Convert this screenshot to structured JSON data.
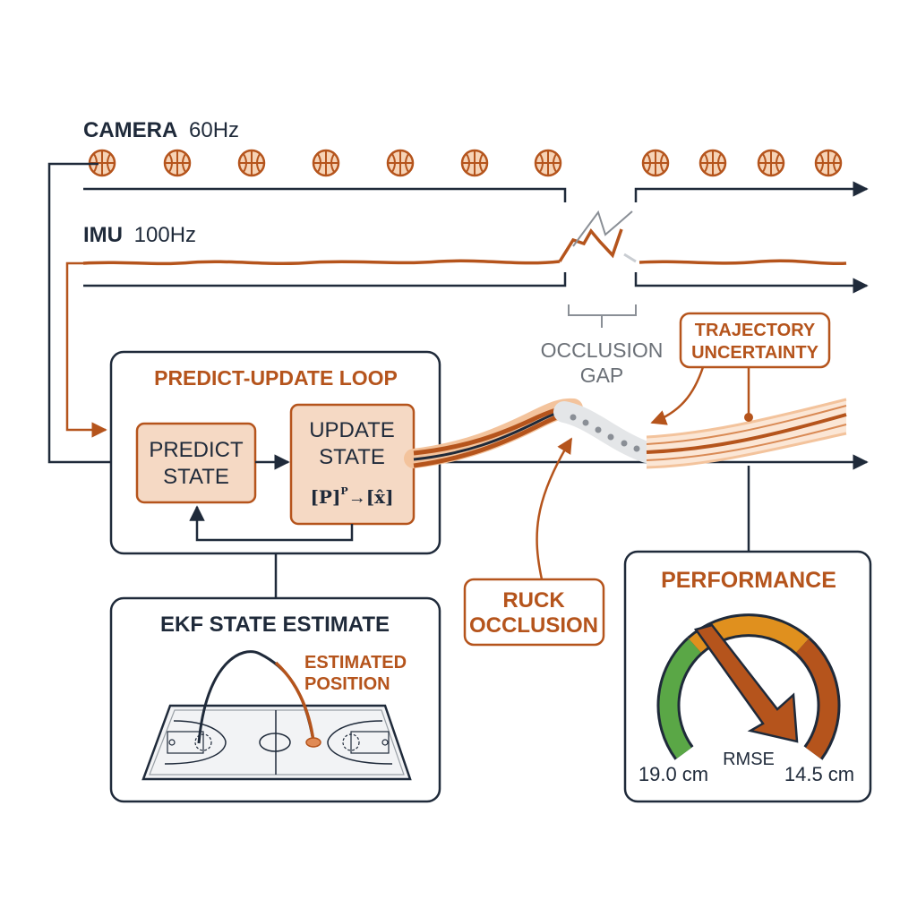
{
  "colors": {
    "navy": "#1f2a3a",
    "orange": "#b5541c",
    "orange_fill": "#f5d9c4",
    "orange_light": "#f3c39c",
    "gauge_green": "#5aa746",
    "gauge_amber": "#e0901e",
    "gray": "#8a8f96"
  },
  "camera": {
    "label_bold": "CAMERA",
    "label_rate": "60Hz",
    "icon": "basketball-icon"
  },
  "imu": {
    "label_bold": "IMU",
    "label_rate": "100Hz"
  },
  "occlusion_gap": {
    "line1": "OCCLUSION",
    "line2": "GAP"
  },
  "trajectory_uncertainty": {
    "line1": "TRAJECTORY",
    "line2": "UNCERTAINTY"
  },
  "loop": {
    "title": "PREDICT-UPDATE LOOP",
    "predict": {
      "line1": "PREDICT",
      "line2": "STATE"
    },
    "update": {
      "line1": "UPDATE",
      "line2": "STATE",
      "formula_p": "[P]",
      "formula_sup": "P",
      "formula_arrow": "→",
      "formula_x": "[x̂]"
    }
  },
  "ruck_occlusion": {
    "line1": "RUCK",
    "line2": "OCCLUSION"
  },
  "ekf": {
    "title": "EKF STATE ESTIMATE",
    "estimated_line1": "ESTIMATED",
    "estimated_line2": "POSITION"
  },
  "performance": {
    "title": "PERFORMANCE",
    "metric": "RMSE",
    "left_value": "19.0 cm",
    "right_value": "14.5 cm"
  }
}
